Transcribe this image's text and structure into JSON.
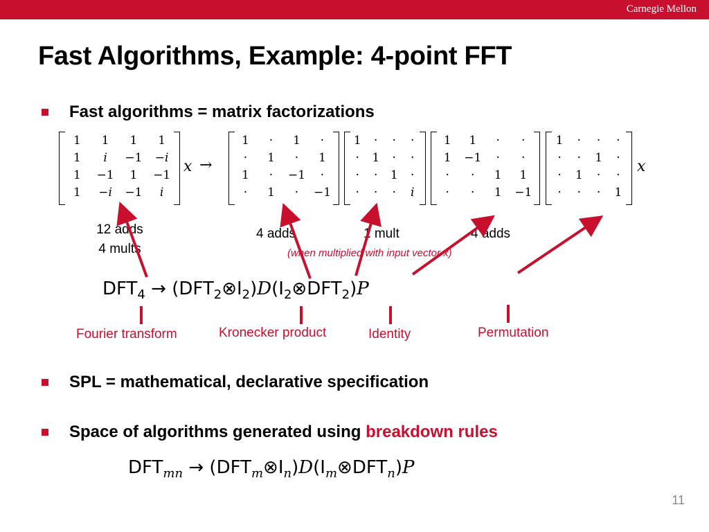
{
  "header": {
    "brand": "Carnegie Mellon"
  },
  "slide": {
    "title": "Fast Algorithms, Example: 4-point FFT",
    "bullet1": "Fast algorithms = matrix factorizations",
    "bullet2": "SPL  = mathematical, declarative specification",
    "bullet3_prefix": "Space of algorithms generated using ",
    "bullet3_highlight": "breakdown rules",
    "page_number": "11"
  },
  "matrices": {
    "m1": [
      [
        "1",
        "1",
        "1",
        "1"
      ],
      [
        "1",
        "i",
        "−1",
        "−i"
      ],
      [
        "1",
        "−1",
        "1",
        "−1"
      ],
      [
        "1",
        "−i",
        "−1",
        "i"
      ]
    ],
    "m2": [
      [
        "1",
        "·",
        "1",
        "·"
      ],
      [
        "·",
        "1",
        "·",
        "1"
      ],
      [
        "1",
        "·",
        "−1",
        "·"
      ],
      [
        "·",
        "1",
        "·",
        "−1"
      ]
    ],
    "m3": [
      [
        "1",
        "·",
        "·",
        "·"
      ],
      [
        "·",
        "1",
        "·",
        "·"
      ],
      [
        "·",
        "·",
        "1",
        "·"
      ],
      [
        "·",
        "·",
        "·",
        "i"
      ]
    ],
    "m4": [
      [
        "1",
        "1",
        "·",
        "·"
      ],
      [
        "1",
        "−1",
        "·",
        "·"
      ],
      [
        "·",
        "·",
        "1",
        "1"
      ],
      [
        "·",
        "·",
        "1",
        "−1"
      ]
    ],
    "m5": [
      [
        "1",
        "·",
        "·",
        "·"
      ],
      [
        "·",
        "·",
        "1",
        "·"
      ],
      [
        "·",
        "1",
        "·",
        "·"
      ],
      [
        "·",
        "·",
        "·",
        "1"
      ]
    ],
    "x_label": "x",
    "arrow": "→"
  },
  "annotations": {
    "a1_line1": "12 adds",
    "a1_line2": "4 mults",
    "a2": "4 adds",
    "a3": "1 mult",
    "a4": "4 adds",
    "note": "(when multiplied with input vector x)"
  },
  "formula1": {
    "dft": "DFT",
    "sub4": "4",
    "arrow": "→",
    "open": "(",
    "sub2a": "2",
    "otimes": "⊗",
    "I": "I",
    "close": ")",
    "D": "D",
    "sub2b": "2",
    "sub2c": "2",
    "P": "P"
  },
  "captions": {
    "fourier": "Fourier transform",
    "kronecker": "Kronecker product",
    "identity": "Identity",
    "permutation": "Permutation"
  },
  "formula2": {
    "mn": "mn",
    "m": "m",
    "n": "n"
  },
  "colors": {
    "accent": "#c8102e"
  }
}
